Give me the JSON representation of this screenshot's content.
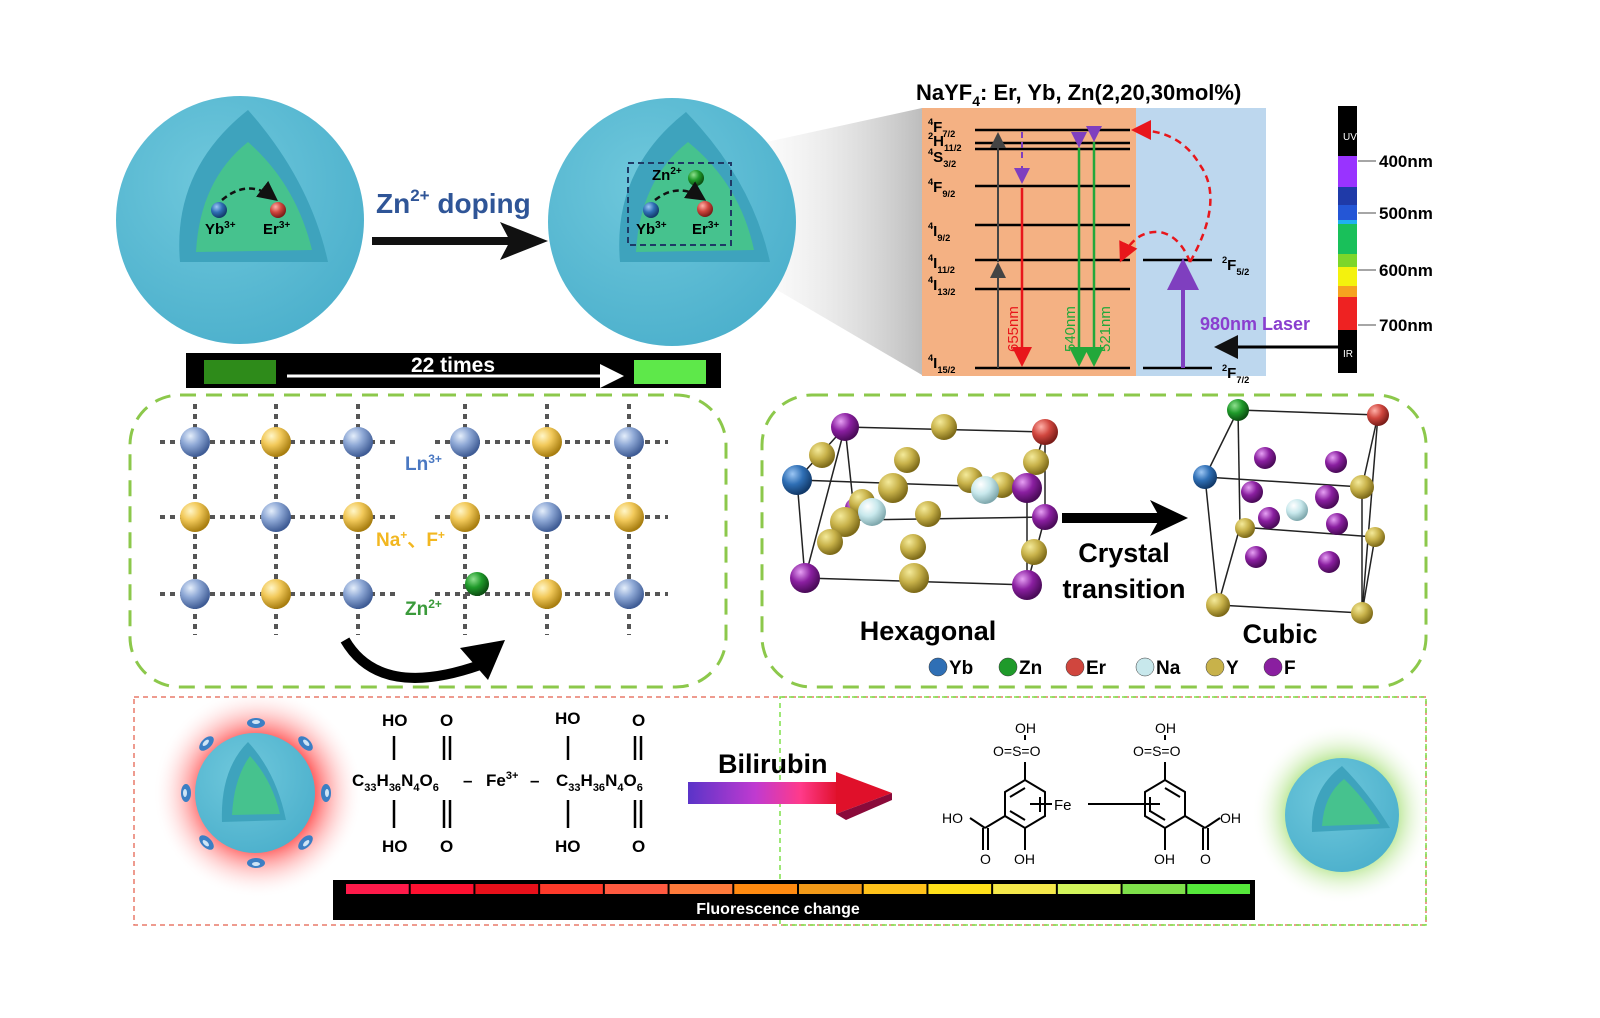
{
  "panel_top": {
    "before_particle": {
      "ions": [
        {
          "label": "Yb",
          "charge": "3+"
        },
        {
          "label": "Er",
          "charge": "3+"
        }
      ]
    },
    "doping_arrow_label": {
      "element": "Zn",
      "charge": "2+",
      "text": " doping"
    },
    "after_particle": {
      "ions": [
        {
          "label": "Zn",
          "charge": "2+"
        },
        {
          "label": "Yb",
          "charge": "3+"
        },
        {
          "label": "Er",
          "charge": "3+"
        }
      ]
    },
    "enhancement_bar": {
      "label": "22 times",
      "colors": {
        "before": "#2e8b1a",
        "after": "#5ee84a"
      }
    }
  },
  "energy_diagram": {
    "title_prefix": "NaYF",
    "title_sub": "4",
    "title_suffix": ": Er, Yb, Zn(2,20,30mol%)",
    "er_levels": [
      {
        "term": "F",
        "sup": "4",
        "sub": "7/2"
      },
      {
        "term": "H",
        "sup": "2",
        "sub": "11/2"
      },
      {
        "term": "S",
        "sup": "4",
        "sub": "3/2"
      },
      {
        "term": "F",
        "sup": "4",
        "sub": "9/2"
      },
      {
        "term": "I",
        "sup": "4",
        "sub": "9/2"
      },
      {
        "term": "I",
        "sup": "4",
        "sub": "11/2"
      },
      {
        "term": "I",
        "sup": "4",
        "sub": "13/2"
      },
      {
        "term": "I",
        "sup": "4",
        "sub": "15/2"
      }
    ],
    "yb_levels": [
      {
        "term": "F",
        "sup": "2",
        "sub": "5/2"
      },
      {
        "term": "F",
        "sup": "2",
        "sub": "7/2"
      }
    ],
    "emissions": [
      {
        "label": "655nm",
        "color": "#e8161b"
      },
      {
        "label": "540nm",
        "color": "#22a83a"
      },
      {
        "label": "521nm",
        "color": "#22a83a"
      }
    ],
    "laser_label": "980nm Laser",
    "colors": {
      "er_bg": "#f4b183",
      "yb_bg": "#bdd7ee",
      "laser": "#7f3fbf",
      "transfer": "#e8161b"
    }
  },
  "spectrum_bar": {
    "uv_label": "UV",
    "ir_label": "IR",
    "ticks": [
      "400nm",
      "500nm",
      "600nm",
      "700nm"
    ],
    "bands": [
      "#000000",
      "#9933ff",
      "#1f3aa8",
      "#2456d6",
      "#1fb0ef",
      "#19c05a",
      "#7dd62a",
      "#f4f20d",
      "#f6a21f",
      "#ee2222",
      "#000000"
    ]
  },
  "lattice_panel": {
    "labels": [
      {
        "text": "Ln",
        "charge": "3+",
        "color": "#4a78c2"
      },
      {
        "text": "Na",
        "charge": "+",
        "text2": "、F",
        "charge2": "+",
        "color": "#f2b720"
      },
      {
        "text": "Zn",
        "charge": "2+",
        "color": "#3a9a3a"
      }
    ]
  },
  "crystal_panel": {
    "left_label": "Hexagonal",
    "right_label": "Cubic",
    "transition_label_line1": "Crystal",
    "transition_label_line2": "transition",
    "legend": [
      {
        "name": "Yb",
        "color": "#2f6fb5"
      },
      {
        "name": "Zn",
        "color": "#1f9a2a"
      },
      {
        "name": "Er",
        "color": "#d0463e"
      },
      {
        "name": "Na",
        "color": "#c8e8ec"
      },
      {
        "name": "Y",
        "color": "#c8b24a"
      },
      {
        "name": "F",
        "color": "#8a1fa0"
      }
    ]
  },
  "sensing_panel": {
    "complex_left": {
      "top": [
        "HO",
        "O"
      ],
      "formula_parts": [
        {
          "t": "C"
        },
        {
          "s": "33"
        },
        {
          "t": "H"
        },
        {
          "s": "36"
        },
        {
          "t": "N"
        },
        {
          "s": "4"
        },
        {
          "t": "O"
        },
        {
          "s": "6"
        }
      ],
      "bottom": [
        "HO",
        "O"
      ]
    },
    "metal": {
      "symbol": "Fe",
      "charge": "3+"
    },
    "dash": "–",
    "bilirubin_label": "Bilirubin",
    "product": {
      "sulfonate_top": "OH",
      "sulfonate_row": "O=S=O",
      "metal": "Fe",
      "carboxyl_left": "HO",
      "carboxyl_right": "OH",
      "hydroxyl": "OH",
      "carbonyl": "O"
    },
    "fluorescence_label": "Fluorescence change",
    "fluorescence_colors": [
      "#ff1a4a",
      "#ff1030",
      "#e8101a",
      "#ff3a2a",
      "#ff5a40",
      "#ff7a3a",
      "#ff8a10",
      "#f29a18",
      "#ffc21a",
      "#ffe01a",
      "#f4e84a",
      "#d2f45a",
      "#7ee04a",
      "#55e83a"
    ]
  }
}
